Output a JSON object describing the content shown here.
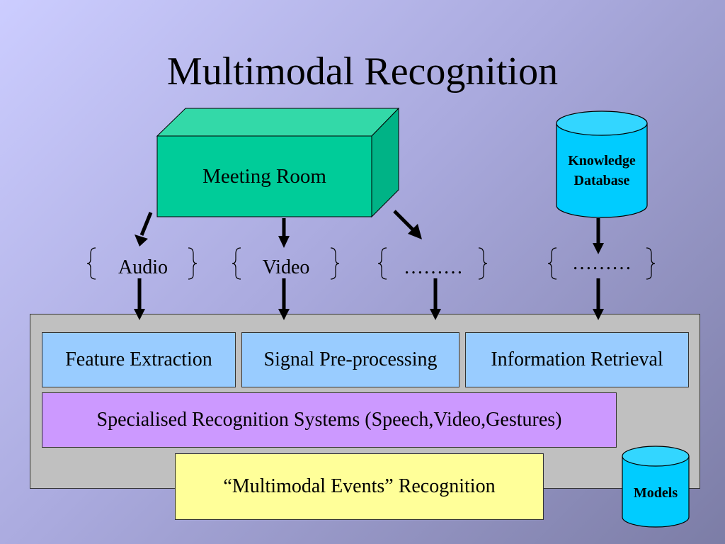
{
  "title": "Multimodal Recognition",
  "meeting_room": "Meeting Room",
  "knowledge_db": {
    "line1": "Knowledge",
    "line2": "Database"
  },
  "inputs": [
    "Audio",
    "Video",
    "………",
    "………"
  ],
  "modules": {
    "feature_extraction": "Feature Extraction",
    "signal_preprocessing": "Signal Pre-processing",
    "information_retrieval": "Information Retrieval",
    "specialised": "Specialised Recognition Systems (Speech,Video,Gestures)",
    "events": "“Multimodal Events” Recognition"
  },
  "models": "Models",
  "colors": {
    "room_front": "#00cc99",
    "room_top": "#33d9a8",
    "room_side": "#00b386",
    "cylinder": "#00ccff",
    "module_blue": "#99ccff",
    "module_purple": "#cc99ff",
    "module_yellow": "#ffff99",
    "panel": "#c0c0c0"
  }
}
